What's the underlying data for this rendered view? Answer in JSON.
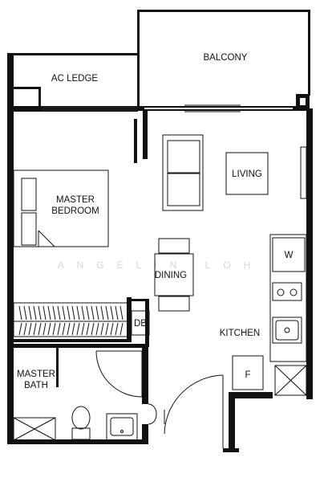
{
  "rooms": {
    "balcony": "BALCONY",
    "ac_ledge": "AC LEDGE",
    "living": "LIVING",
    "master_bedroom_line1": "MASTER",
    "master_bedroom_line2": "BEDROOM",
    "dining": "DINING",
    "db": "DB",
    "kitchen": "KITCHEN",
    "master_bath_line1": "MASTER",
    "master_bath_line2": "BATH"
  },
  "fixtures": {
    "washer": "W",
    "fridge": "F"
  },
  "watermark": "ANGELIN LOH",
  "colors": {
    "wall": "#111111",
    "background": "#ffffff",
    "watermark": "#d6d6d6"
  }
}
